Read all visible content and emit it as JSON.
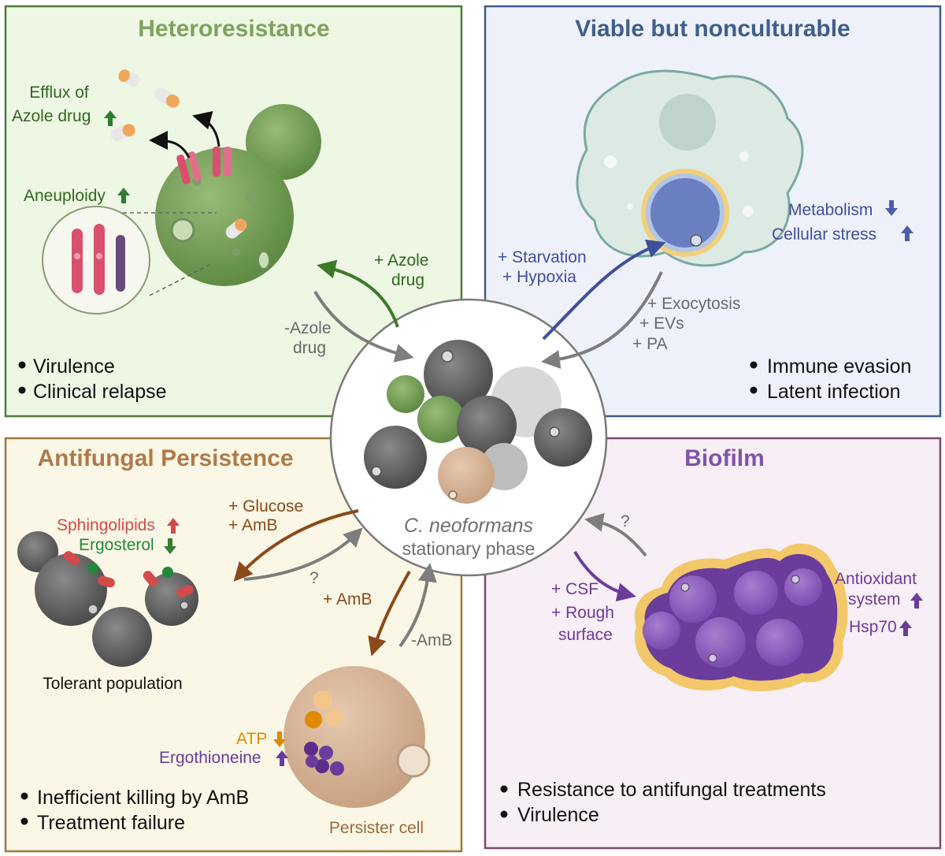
{
  "panels": {
    "heteroresistance": {
      "title": "Heteroresistance",
      "efflux_line1": "Efflux of",
      "efflux_line2": "Azole drug",
      "aneuploidy": "Aneuploidy",
      "bullet1": "Virulence",
      "bullet2": "Clinical relapse"
    },
    "vbnc": {
      "title": "Viable but nonculturable",
      "metabolism": "Metabolism",
      "cellular_stress": "Cellular stress",
      "bullet1": "Immune evasion",
      "bullet2": "Latent infection"
    },
    "persistence": {
      "title": "Antifungal Persistence",
      "sphingolipids": "Sphingolipids",
      "ergosterol": "Ergosterol",
      "tolerant_population": "Tolerant population",
      "atp": "ATP",
      "ergothioneine": "Ergothioneine",
      "persister_cell": "Persister cell",
      "bullet1": "Inefficient killing by AmB",
      "bullet2": "Treatment failure"
    },
    "biofilm": {
      "title": "Biofilm",
      "antioxidant_line1": "Antioxidant",
      "antioxidant_line2": "system",
      "hsp70": "Hsp70",
      "bullet1": "Resistance to antifungal treatments",
      "bullet2": "Virulence"
    }
  },
  "center": {
    "species": "C. neoformans",
    "phase": "stationary phase"
  },
  "arrows": {
    "plus_azole_line1": "+ Azole",
    "plus_azole_line2": "drug",
    "minus_azole_line1": "-Azole",
    "minus_azole_line2": "drug",
    "starvation": "+ Starvation",
    "hypoxia": "+ Hypoxia",
    "exocytosis": "+ Exocytosis",
    "evs": "+ EVs",
    "pa": "+ PA",
    "glucose": "+ Glucose",
    "amb_glucose": "+ AmB",
    "question_left": "?",
    "amb": "+ AmB",
    "minus_amb": "-AmB",
    "question_right": "?",
    "csf": "+ CSF",
    "rough_line1": "+ Rough",
    "rough_line2": "surface"
  },
  "colors": {
    "hetero_green": "#7da35f",
    "vbnc_blue": "#3f5f8c",
    "persistence_brown": "#b07a4a",
    "biofilm_purple": "#7e55a8",
    "arrow_up_green": "#2e7d32",
    "arrow_down_blue": "#4a5ea8",
    "sphingolipid_red": "#d24b4b",
    "atp_orange": "#e08a00"
  }
}
